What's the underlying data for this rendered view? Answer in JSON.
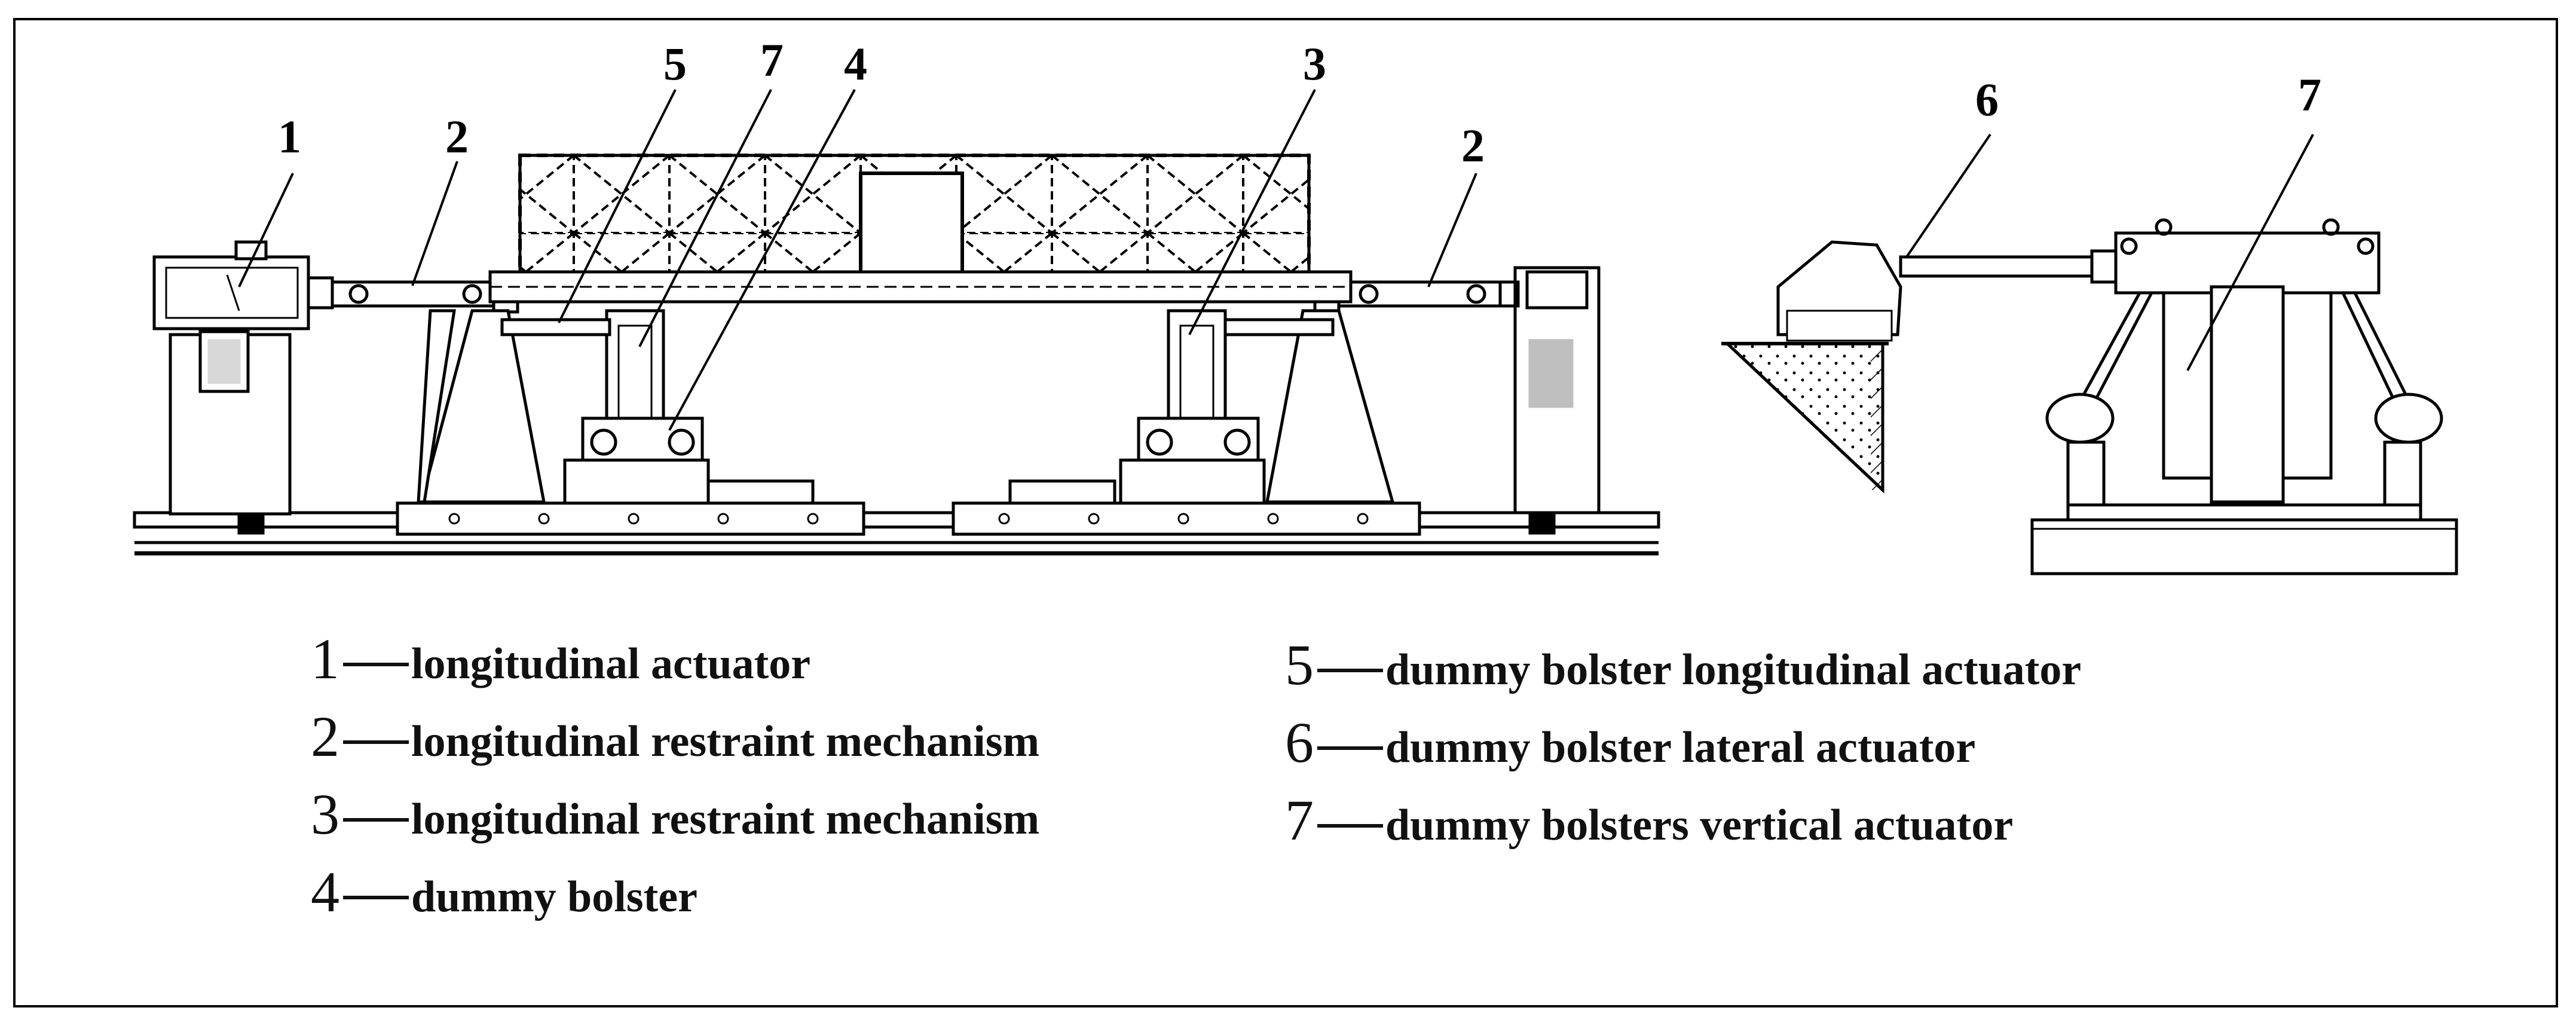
{
  "callouts": {
    "c1": "1",
    "c2_left": "2",
    "c5": "5",
    "c7_left": "7",
    "c4": "4",
    "c3": "3",
    "c2_right": "2",
    "c6": "6",
    "c7_right": "7"
  },
  "legend": [
    {
      "num": "1",
      "text": "longitudinal actuator"
    },
    {
      "num": "2",
      "text": "longitudinal restraint mechanism"
    },
    {
      "num": "3",
      "text": "longitudinal restraint mechanism"
    },
    {
      "num": "4",
      "text": "dummy bolster"
    },
    {
      "num": "5",
      "text": "dummy bolster longitudinal actuator"
    },
    {
      "num": "6",
      "text": "dummy bolster lateral actuator"
    },
    {
      "num": "7",
      "text": "dummy bolsters vertical actuator"
    }
  ]
}
